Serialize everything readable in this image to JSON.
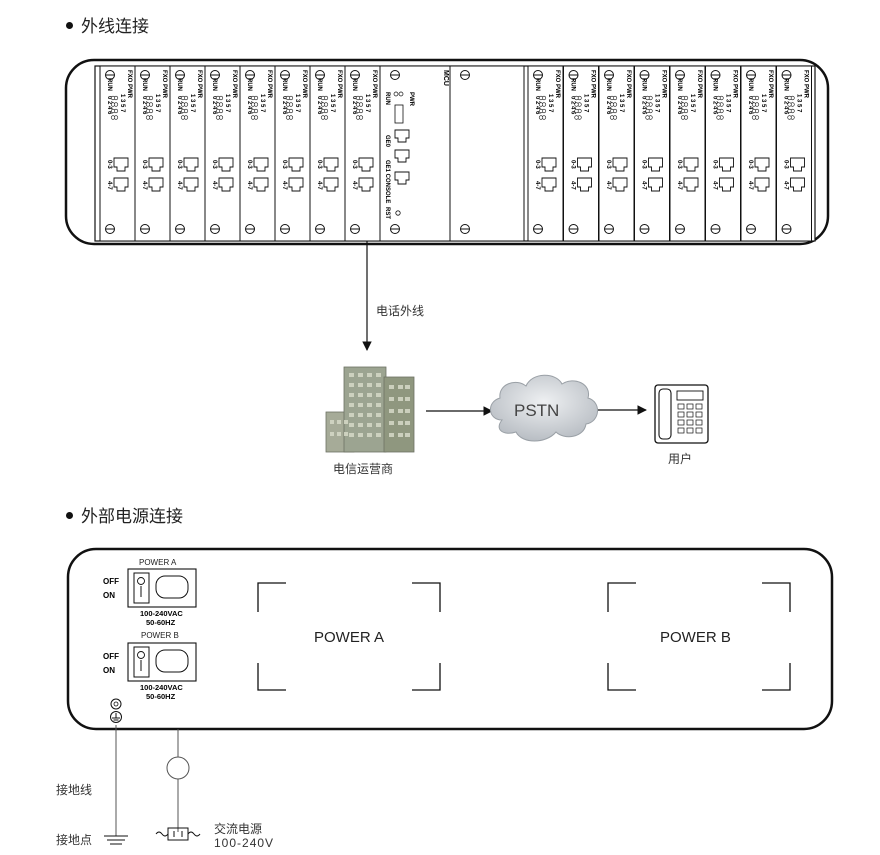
{
  "section1": {
    "heading": "外线连接"
  },
  "chassis1": {
    "fxo_card": {
      "title": "FXO PWR",
      "run": "RUN",
      "ports_row1": "1 3 5 7",
      "ports_row2": "0 2 4 6",
      "port_a": "0-3",
      "port_b": "4-7"
    },
    "mcu_card": {
      "title": "MCU",
      "pwr": "PWR",
      "run": "RUN",
      "ge0": "GE0",
      "ge1_console": "GE1 CONSOLE",
      "rst": "RST"
    },
    "left_card_count": 8,
    "right_card_count": 8
  },
  "labels": {
    "external_line": "电话外线",
    "carrier": "电信运营商",
    "pstn": "PSTN",
    "user": "用户"
  },
  "section2": {
    "heading": "外部电源连接"
  },
  "chassis2": {
    "power_a_label": "POWER A",
    "power_b_label": "POWER B",
    "off": "OFF",
    "on": "ON",
    "rating_line1": "100-240VAC",
    "rating_line2": "50-60HZ",
    "slot_a": "POWER A",
    "slot_b": "POWER B"
  },
  "bottom": {
    "ground_line": "接地线",
    "ground_point": "接地点",
    "ac_power": "交流电源",
    "ac_range": "100-240V"
  }
}
